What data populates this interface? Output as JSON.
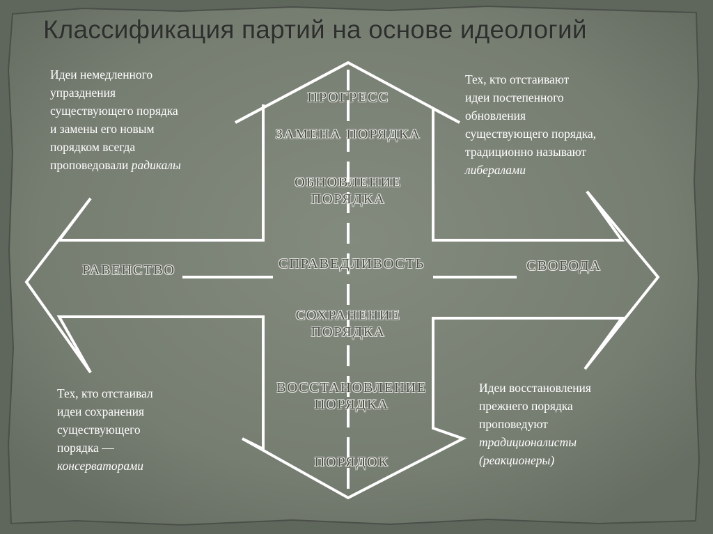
{
  "title": "Классификация партий на основе идеологий",
  "notes": {
    "top_left": {
      "lines": [
        "Идеи немедленного",
        "упразднения",
        "существующего порядка",
        "и замены его новым",
        "порядком всегда"
      ],
      "last_prefix": "проповедовали ",
      "last_italic": "радикалы"
    },
    "top_right": {
      "lines": [
        "Тех, кто отстаивают",
        "идеи постепенного",
        "обновления",
        "существующего порядка,",
        "традиционно называют"
      ],
      "italic_line": "либералами"
    },
    "bottom_left": {
      "lines": [
        "Тех, кто отстаивал",
        "идеи сохранения",
        "существующего",
        "порядка —"
      ],
      "italic_line": "консерваторами"
    },
    "bottom_right": {
      "lines": [
        "Идеи восстановления",
        "прежнего порядка",
        "проповедуют"
      ],
      "italic_lines": [
        "традиционалисты",
        "(реакционеры)"
      ]
    }
  },
  "diagram": {
    "vertical_labels": [
      {
        "lines": [
          "ПРОГРЕСС"
        ]
      },
      {
        "lines": [
          "ЗАМЕНА ПОРЯДКА"
        ]
      },
      {
        "lines": [
          "ОБНОВЛЕНИЕ",
          "ПОРЯДКА"
        ]
      },
      {
        "lines": [
          "СПРАВЕДЛИВОСТЬ"
        ]
      },
      {
        "lines": [
          "СОХРАНЕНИЕ",
          "ПОРЯДКА"
        ]
      },
      {
        "lines": [
          "ВОССТАНОВЛЕНИЕ",
          "ПОРЯДКА"
        ]
      },
      {
        "lines": [
          "ПОРЯДОК"
        ]
      }
    ],
    "left_label": "РАВЕНСТВО",
    "right_label": "СВОБОДА"
  },
  "colors": {
    "background": "#5f665c",
    "paper": "#7d8478",
    "arrow_lines": "#ffffff",
    "notes_text": "#ffffff",
    "title_text": "#2c2f2b",
    "label_text": "#4b5147"
  }
}
